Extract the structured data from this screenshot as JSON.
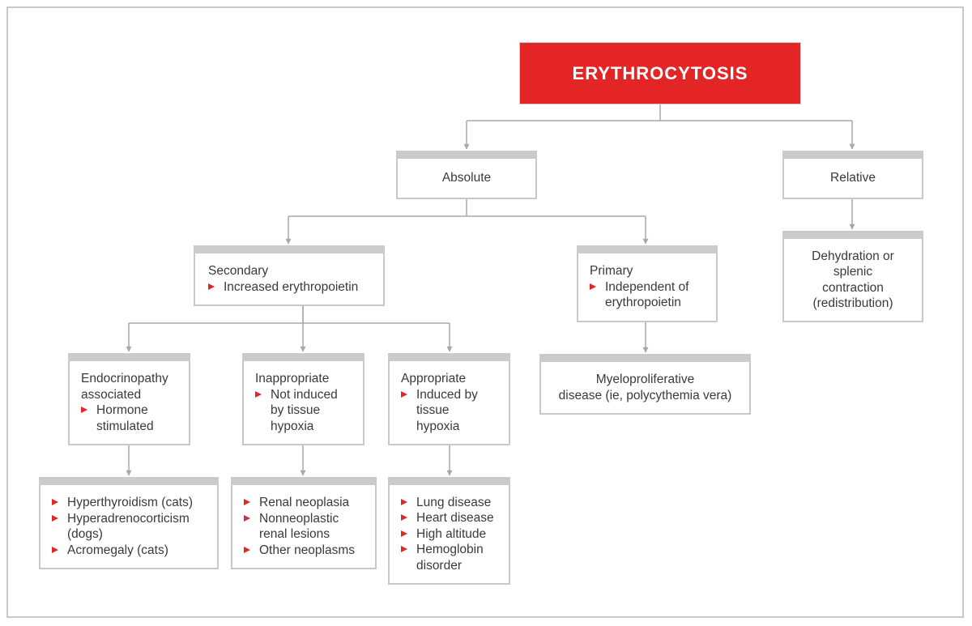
{
  "root": "ERYTHROCYTOSIS",
  "absolute": "Absolute",
  "relative": "Relative",
  "relative_cause": [
    "Dehydration or",
    "splenic",
    "contraction",
    "(redistribution)"
  ],
  "secondary": {
    "title": "Secondary",
    "items": [
      "Increased erythropoietin"
    ]
  },
  "primary": {
    "title": "Primary",
    "item_lines": [
      "Independent of",
      "erythropoietin"
    ]
  },
  "primary_cause": [
    "Myeloproliferative",
    "disease (ie, polycythemia vera)"
  ],
  "endocrinopathy": {
    "title_lines": [
      "Endocrinopathy",
      "associated"
    ],
    "item_lines": [
      "Hormone",
      "stimulated"
    ]
  },
  "inappropriate": {
    "title": "Inappropriate",
    "item_lines": [
      "Not induced",
      "by tissue",
      "hypoxia"
    ]
  },
  "appropriate": {
    "title": "Appropriate",
    "item_lines": [
      "Induced by",
      "tissue",
      "hypoxia"
    ]
  },
  "endocrine_causes": [
    [
      "Hyperthyroidism (cats)"
    ],
    [
      "Hyperadrenocorticism",
      "(dogs)"
    ],
    [
      "Acromegaly (cats)"
    ]
  ],
  "inappropriate_causes": [
    [
      "Renal neoplasia"
    ],
    [
      "Nonneoplastic",
      "renal lesions"
    ],
    [
      "Other neoplasms"
    ]
  ],
  "appropriate_causes": [
    [
      "Lung disease"
    ],
    [
      "Heart disease"
    ],
    [
      "High altitude"
    ],
    [
      "Hemoglobin",
      "disorder"
    ]
  ],
  "colors": {
    "accent": "#e32526",
    "line": "#a8a8a8",
    "box_border": "#c8c8c8",
    "box_header": "#cbcbcb"
  }
}
